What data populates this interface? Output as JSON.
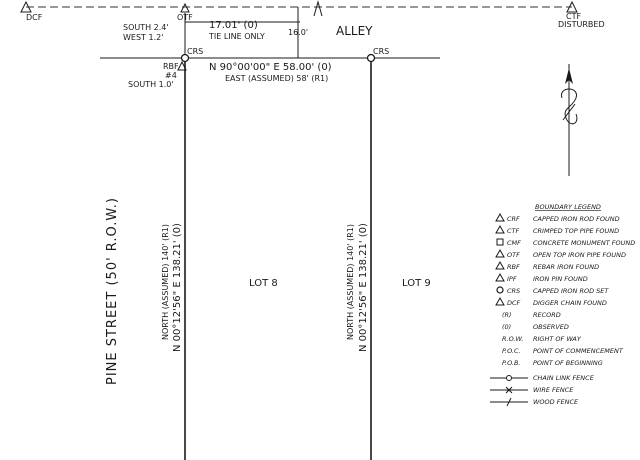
{
  "markers": {
    "dcf": "DCF",
    "otf": "OTF",
    "ctf": "CTF",
    "disturbed": "DISTURBED",
    "crs_left": "CRS",
    "crs_right": "CRS",
    "rbf": "RBF",
    "rbf_num": "#4"
  },
  "offsets": {
    "south_24": "SOUTH 2.4'",
    "west_12": "WEST 1.2'",
    "south_10": "SOUTH 1.0'"
  },
  "tie": {
    "distance": "17.01' (0)",
    "note": "TIE LINE ONLY",
    "alley_width": "16.0'"
  },
  "alley": "ALLEY",
  "north_line": {
    "bearing": "N 90°00'00\" E  58.00' (0)",
    "record": "EAST (ASSUMED)  58' (R1)"
  },
  "west_line": {
    "record": "NORTH (ASSUMED)  140' (R1)",
    "bearing": "N 00°12'56\" E  138.21' (0)"
  },
  "east_line": {
    "record": "NORTH (ASSUMED)  140' (R1)",
    "bearing": "N 00°12'56\" E  138.21' (0)"
  },
  "lot8": "LOT 8",
  "lot9": "LOT 9",
  "street": "PINE STREET (50' R.O.W.)",
  "legend": {
    "title": "BOUNDARY LEGEND",
    "items": [
      {
        "sym": "CRF",
        "desc": "CAPPED IRON ROD FOUND"
      },
      {
        "sym": "CTF",
        "desc": "CRIMPED TOP PIPE FOUND"
      },
      {
        "sym": "CMF",
        "desc": "CONCRETE MONUMENT FOUND"
      },
      {
        "sym": "OTF",
        "desc": "OPEN TOP IRON PIPE FOUND"
      },
      {
        "sym": "RBF",
        "desc": "REBAR IRON FOUND"
      },
      {
        "sym": "IPF",
        "desc": "IRON PIN FOUND"
      },
      {
        "sym": "CRS",
        "desc": "CAPPED IRON ROD SET"
      },
      {
        "sym": "DCF",
        "desc": "DIGGER CHAIN FOUND"
      },
      {
        "sym": "(R)",
        "desc": "RECORD"
      },
      {
        "sym": "(0)",
        "desc": "OBSERVED"
      },
      {
        "sym": "R.O.W.",
        "desc": "RIGHT OF WAY"
      },
      {
        "sym": "P.O.C.",
        "desc": "POINT OF COMMENCEMENT"
      },
      {
        "sym": "P.O.B.",
        "desc": "POINT OF BEGINNING"
      }
    ],
    "fences": [
      {
        "desc": "CHAIN LINK FENCE"
      },
      {
        "desc": "WIRE FENCE"
      },
      {
        "desc": "WOOD FENCE"
      }
    ]
  }
}
